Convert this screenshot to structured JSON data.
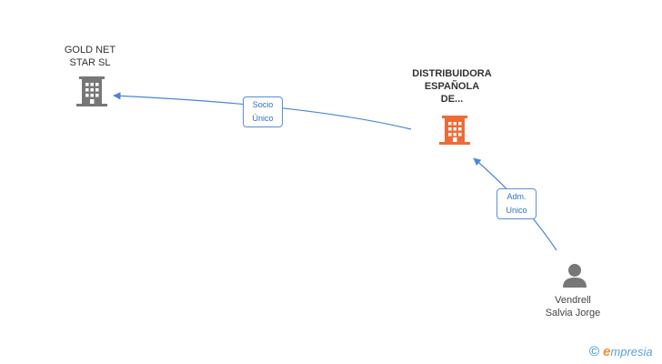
{
  "nodes": {
    "gold_net": {
      "name_line1": "GOLD NET",
      "name_line2": "STAR SL",
      "icon": "building-icon",
      "color": "#777777"
    },
    "distribuidora": {
      "name_line1": "DISTRIBUIDORA",
      "name_line2": "ESPAÑOLA",
      "name_line3": "DE...",
      "icon": "building-icon",
      "color": "#f06a35"
    },
    "person": {
      "name_line1": "Vendrell",
      "name_line2": "Salvia Jorge",
      "icon": "person-icon",
      "color": "#777777"
    }
  },
  "edges": {
    "socio": {
      "line1": "Socio",
      "line2": "Único"
    },
    "adm": {
      "line1": "Adm.",
      "line2": "Unico"
    }
  },
  "edge_color": "#4a86d8",
  "footer": {
    "copyright_symbol": "©",
    "brand_first": "e",
    "brand_rest": "mpresia"
  }
}
